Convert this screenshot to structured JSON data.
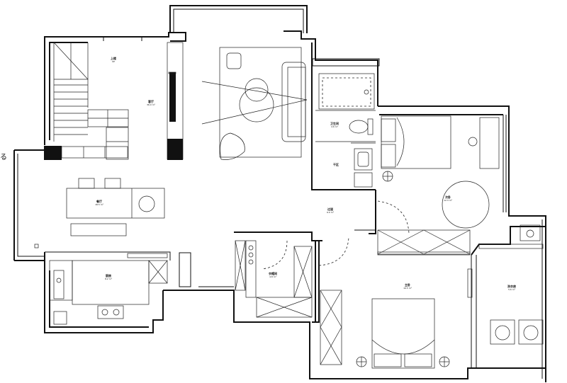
{
  "plan": {
    "edge_mark": "る",
    "rooms": [
      {
        "id": "living",
        "name": "客厅",
        "area": "36.0 m²"
      },
      {
        "id": "dining",
        "name": "餐厅",
        "area": "18.5 m²"
      },
      {
        "id": "kitchen",
        "name": "厨房",
        "area": "8.2 m²"
      },
      {
        "id": "bath",
        "name": "卫生间",
        "area": "4.6 m²"
      },
      {
        "id": "dry",
        "name": "干区",
        "area": ""
      },
      {
        "id": "corridor",
        "name": "过道",
        "area": "6.0 m²"
      },
      {
        "id": "bedroom2",
        "name": "次卧",
        "area": "12.3 m²"
      },
      {
        "id": "master",
        "name": "主卧",
        "area": "16.5 m²"
      },
      {
        "id": "cloak",
        "name": "衣帽间",
        "area": "4.8 m²"
      },
      {
        "id": "laundry",
        "name": "洗衣房",
        "area": "5.6 m²"
      },
      {
        "id": "upstairs",
        "name": "上楼",
        "area": "UP"
      }
    ]
  }
}
